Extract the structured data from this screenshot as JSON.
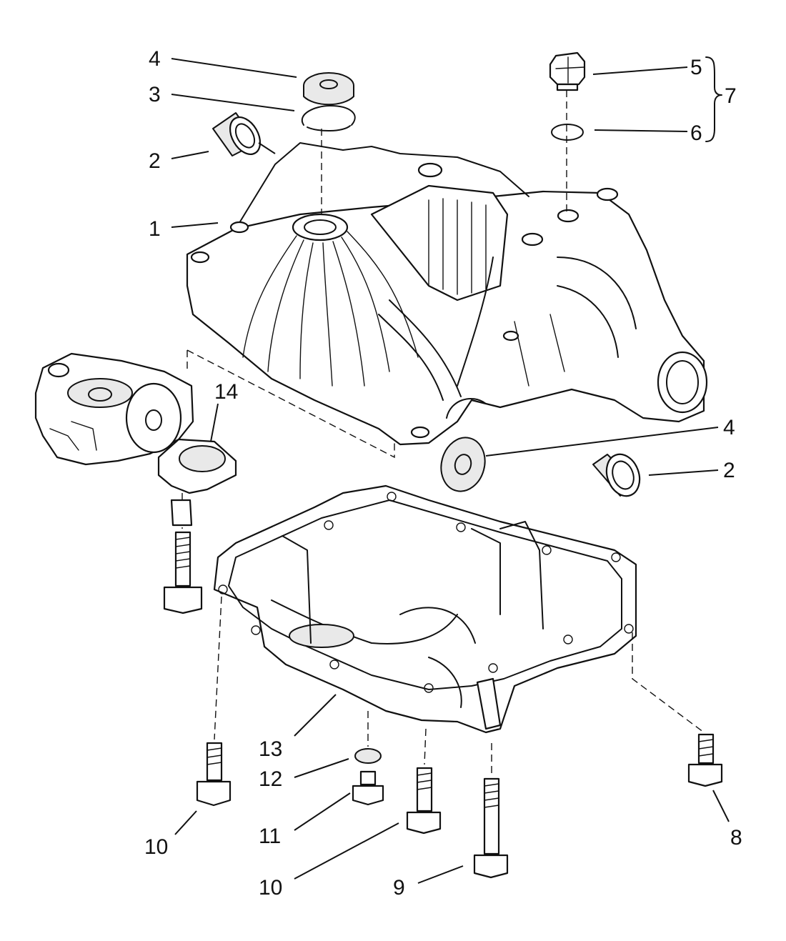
{
  "callouts": [
    {
      "id": "c4a",
      "text": "4"
    },
    {
      "id": "c3",
      "text": "3"
    },
    {
      "id": "c2a",
      "text": "2"
    },
    {
      "id": "c1",
      "text": "1"
    },
    {
      "id": "c5",
      "text": "5"
    },
    {
      "id": "c7",
      "text": "7"
    },
    {
      "id": "c6",
      "text": "6"
    },
    {
      "id": "c14",
      "text": "14"
    },
    {
      "id": "c4b",
      "text": "4"
    },
    {
      "id": "c2b",
      "text": "2"
    },
    {
      "id": "c13",
      "text": "13"
    },
    {
      "id": "c12",
      "text": "12"
    },
    {
      "id": "c11",
      "text": "11"
    },
    {
      "id": "c10a",
      "text": "10"
    },
    {
      "id": "c10b",
      "text": "10"
    },
    {
      "id": "c9",
      "text": "9"
    },
    {
      "id": "c8",
      "text": "8"
    }
  ]
}
